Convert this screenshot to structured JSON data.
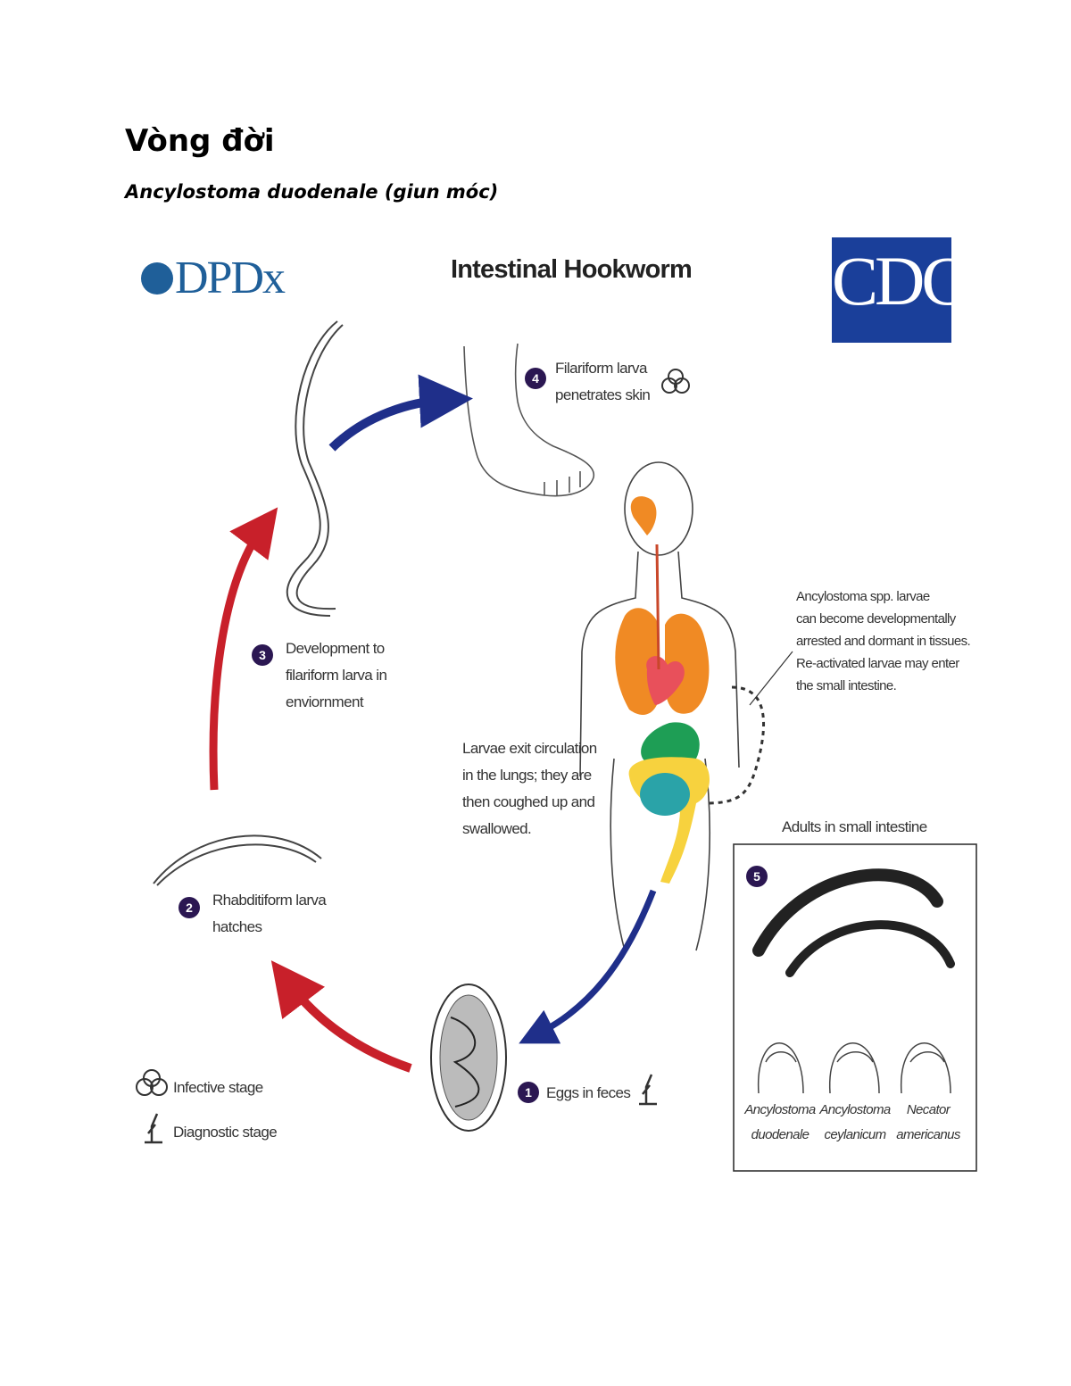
{
  "page": {
    "title": "Vòng đời",
    "subtitle": "Ancylostoma duodenale (giun móc)"
  },
  "figure": {
    "logo_left": "DPDx",
    "title": "Intestinal Hookworm",
    "logo_right": "CDC",
    "steps": [
      {
        "number": "1",
        "lines": [
          "Eggs in feces"
        ]
      },
      {
        "number": "2",
        "lines": [
          "Rhabditiform larva",
          "hatches"
        ]
      },
      {
        "number": "3",
        "lines": [
          "Development to",
          "filariform larva in",
          "enviornment"
        ]
      },
      {
        "number": "4",
        "lines": [
          "Filariform larva",
          "penetrates skin"
        ]
      },
      {
        "number": "5",
        "lines": [
          "Adults in small intestine"
        ]
      }
    ],
    "lung_note": [
      "Larvae exit circulation",
      "in the lungs; they are",
      "then coughed up and",
      "swallowed."
    ],
    "dormant_note": [
      "Ancylostoma spp. larvae",
      "can become developmentally",
      "arrested and dormant in tissues.",
      "Re-activated larvae may enter",
      "the small intestine."
    ],
    "species": [
      {
        "lines": [
          "Ancylostoma",
          "duodenale"
        ]
      },
      {
        "lines": [
          "Ancylostoma",
          "ceylanicum"
        ]
      },
      {
        "lines": [
          "Necator",
          "americanus"
        ]
      }
    ],
    "legend": {
      "infective": "Infective stage",
      "diagnostic": "Diagnostic stage"
    },
    "colors": {
      "forward_arrow": "#1f2f8a",
      "environment_arrow": "#c8202a",
      "step_badge": "#2b1752",
      "lungs": "#f08a24",
      "heart": "#e8505b",
      "stomach": "#1e9e55",
      "large_intestine": "#f7d23e",
      "small_intestine": "#2aa3a8",
      "cdc_blue": "#1a3f9a"
    }
  }
}
